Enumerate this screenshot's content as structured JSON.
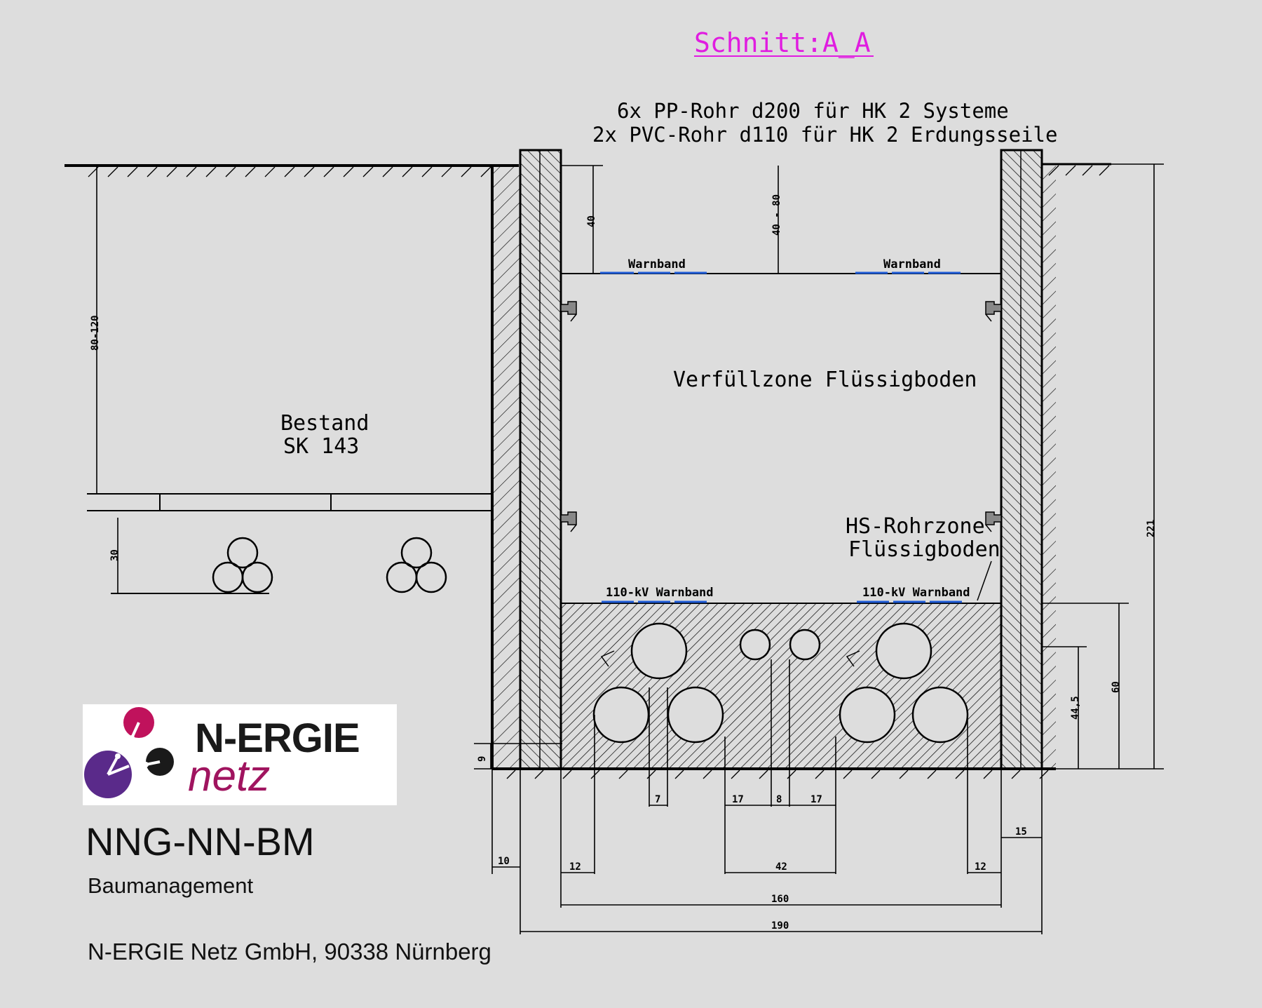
{
  "title": "Schnitt:A_A",
  "note_line_1": "6x PP-Rohr d200 für HK 2 Systeme",
  "note_line_2": "2x PVC-Rohr d110 für HK 2 Erdungsseile",
  "zones": {
    "existing_line_1": "Bestand",
    "existing_line_2": "SK 143",
    "backfill": "Verfüllzone Flüssigboden",
    "pipe_zone_line_1": "HS-Rohrzone",
    "pipe_zone_line_2": "Flüssigboden"
  },
  "warning_tapes": {
    "upper": "Warnband",
    "lower": "110-kV Warnband"
  },
  "dimensions": {
    "cover_left": "40",
    "cover_center": "40 - 80",
    "existing_depth": "80-120",
    "existing_spacing": "30",
    "total_depth": "221",
    "pipe_zone_height": "60",
    "pipe_center_height": "44,5",
    "bottom_bed": "9",
    "pipe_gap": "7",
    "gap_left": "17",
    "gap_mid": "8",
    "gap_right": "17",
    "pipe_group_width": "42",
    "edge_left": "12",
    "edge_right": "12",
    "inner_width": "160",
    "outer_width": "190",
    "wall_offset": "10",
    "wall_thickness": "15"
  },
  "colors": {
    "title": "#e01ce0",
    "tape": "#1e5bd6",
    "line": "#000000",
    "logo_magenta": "#c0125c",
    "logo_purple": "#5a2a8a"
  },
  "org": {
    "logo_line_1": "N-ERGIE",
    "logo_line_2": "netz",
    "code": "NNG-NN-BM",
    "department": "Baumanagement",
    "address": "N-ERGIE Netz GmbH, 90338 Nürnberg"
  }
}
